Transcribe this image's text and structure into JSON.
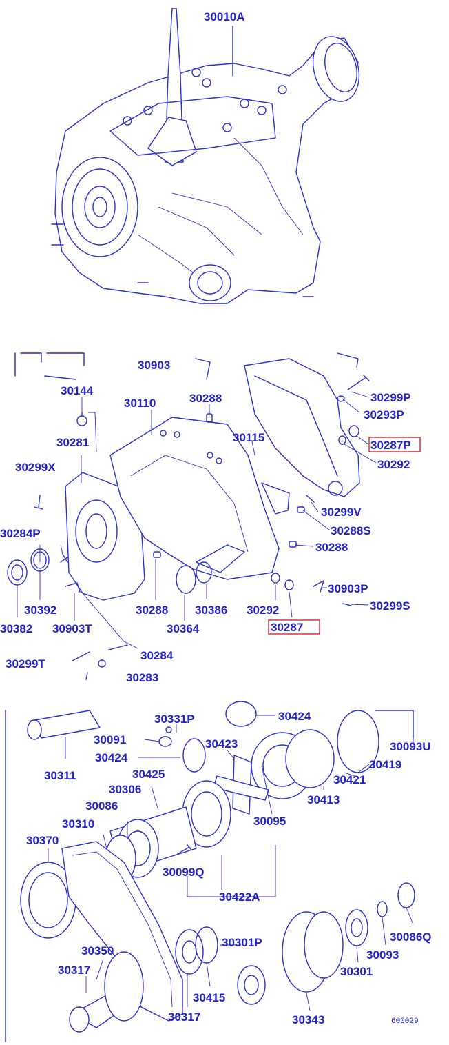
{
  "accent_color": "#2b2fd0",
  "label_color": "#2222cc",
  "highlight_color": "#e0303a",
  "labels": {
    "assembly": "30010A",
    "p30903": "30903",
    "p30144": "30144",
    "p30110": "30110",
    "p30288_top": "30288",
    "p30299P": "30299P",
    "p30293P": "30293P",
    "p30281": "30281",
    "p30115": "30115",
    "p30287P": "30287P",
    "p30292_top": "30292",
    "p30299X": "30299X",
    "p30299V": "30299V",
    "p30284P": "30284P",
    "p30288S": "30288S",
    "p30288_mid": "30288",
    "p30903P": "30903P",
    "p30299S": "30299S",
    "p30392": "30392",
    "p30288_low": "30288",
    "p30386": "30386",
    "p30292_low": "30292",
    "p30382": "30382",
    "p30903T": "30903T",
    "p30364": "30364",
    "p30287": "30287",
    "p30299T": "30299T",
    "p30284": "30284",
    "p30283": "30283",
    "p30331P": "30331P",
    "p30424_top": "30424",
    "p30091": "30091",
    "p30423": "30423",
    "p30093U": "30093U",
    "p30424_mid": "30424",
    "p30419": "30419",
    "p30311": "30311",
    "p30425": "30425",
    "p30421": "30421",
    "p30306": "30306",
    "p30413": "30413",
    "p30086": "30086",
    "p30095": "30095",
    "p30310": "30310",
    "p30370": "30370",
    "p30099Q": "30099Q",
    "p30422A": "30422A",
    "p30086Q": "30086Q",
    "p30301P": "30301P",
    "p30350": "30350",
    "p30093": "30093",
    "p30317_left": "30317",
    "p30301": "30301",
    "p30415": "30415",
    "p30317_mid": "30317",
    "p30343": "30343"
  },
  "figure_code": "600029",
  "highlighted_parts": [
    "30287P",
    "30287"
  ]
}
